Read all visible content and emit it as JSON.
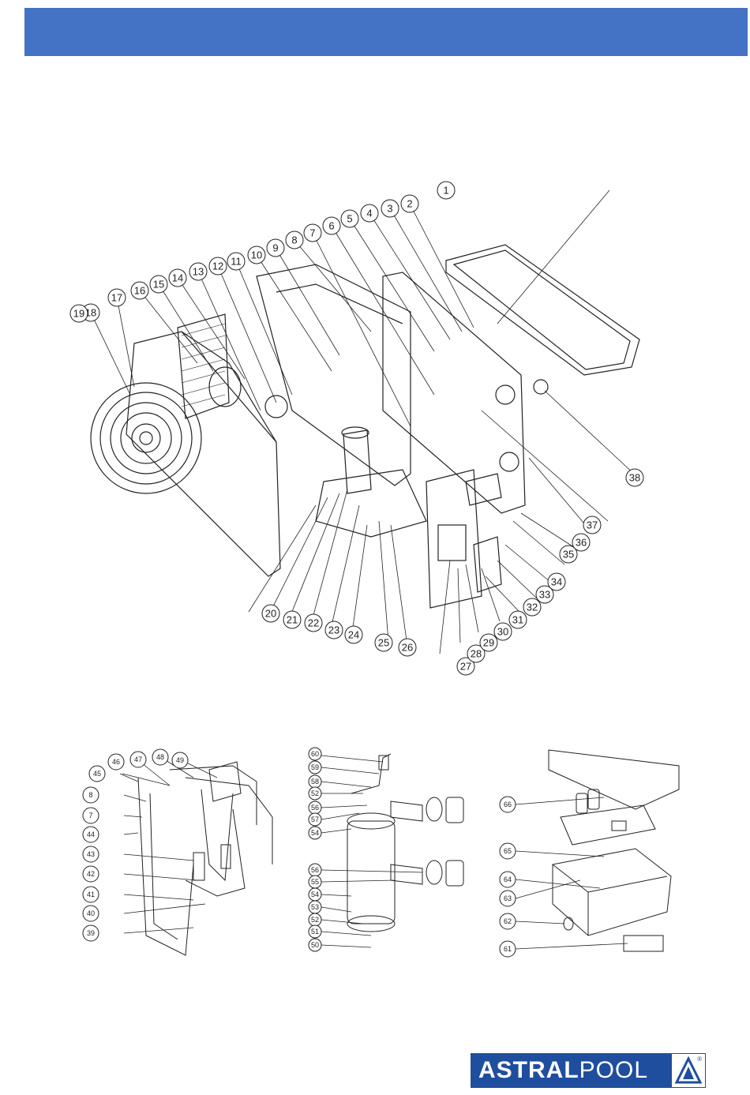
{
  "header": {
    "color": "#4472c4"
  },
  "main_diagram": {
    "callouts": [
      "1",
      "2",
      "3",
      "4",
      "5",
      "6",
      "7",
      "8",
      "9",
      "10",
      "11",
      "12",
      "13",
      "14",
      "15",
      "16",
      "17",
      "18",
      "19",
      "20",
      "21",
      "22",
      "23",
      "24",
      "25",
      "26",
      "27",
      "28",
      "29",
      "30",
      "31",
      "32",
      "33",
      "34",
      "35",
      "36",
      "37",
      "38"
    ]
  },
  "piping_diagram": {
    "callouts": [
      "45",
      "46",
      "47",
      "48",
      "49",
      "8",
      "7",
      "44",
      "43",
      "42",
      "41",
      "40",
      "39"
    ]
  },
  "exchanger_diagram": {
    "callouts": [
      "60",
      "59",
      "58",
      "52",
      "56",
      "57",
      "54",
      "56",
      "55",
      "54",
      "53",
      "52",
      "51",
      "50"
    ]
  },
  "control_box_diagram": {
    "callouts": [
      "66",
      "65",
      "64",
      "63",
      "62",
      "61"
    ]
  },
  "logo": {
    "brand": "ASTRALPOOL",
    "brand_bold": "ASTRAL",
    "brand_light": "POOL",
    "color": "#1f4e9e"
  }
}
